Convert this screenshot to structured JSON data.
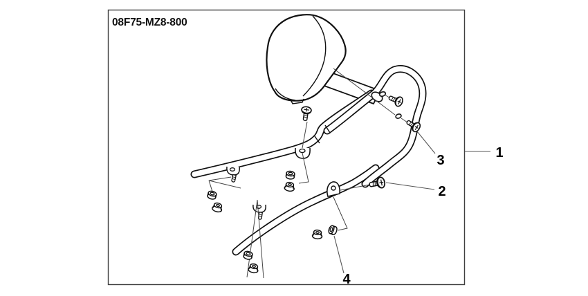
{
  "title": {
    "part_number": "08F75-MZ8-800"
  },
  "callouts": {
    "c1": "1",
    "c2": "2",
    "c3": "3",
    "c4": "4"
  },
  "colors": {
    "line": "#111111",
    "frame": "#3f3f3f",
    "leader": "#555555",
    "label": "#000000",
    "background": "#ffffff"
  }
}
